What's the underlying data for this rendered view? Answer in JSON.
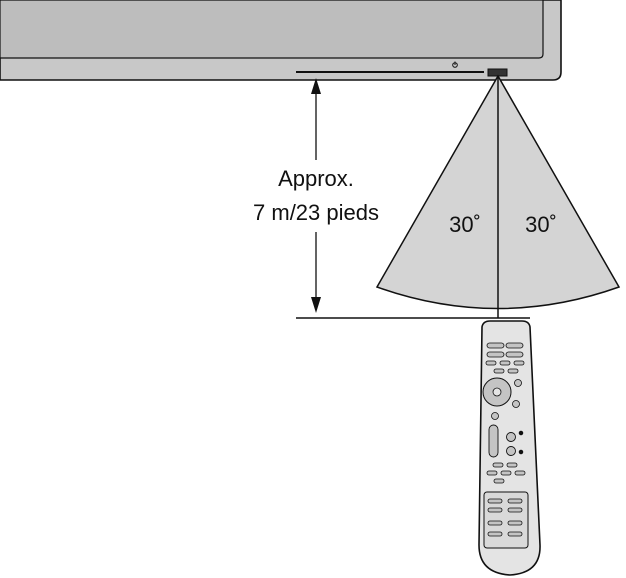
{
  "distance": {
    "line1": "Approx.",
    "line2": "7 m/23 pieds"
  },
  "angles": {
    "left": "30˚",
    "right": "30˚"
  },
  "colors": {
    "panel": "#c8c8c8",
    "sector": "#d4d4d4",
    "remote_body": "#e4e4e4",
    "remote_button": "#c4c4c4",
    "stroke": "#111111"
  },
  "icons": {
    "power_indicator": "power-indicator-icon",
    "sensor": "remote-sensor-icon",
    "remote": "remote-control-icon"
  }
}
